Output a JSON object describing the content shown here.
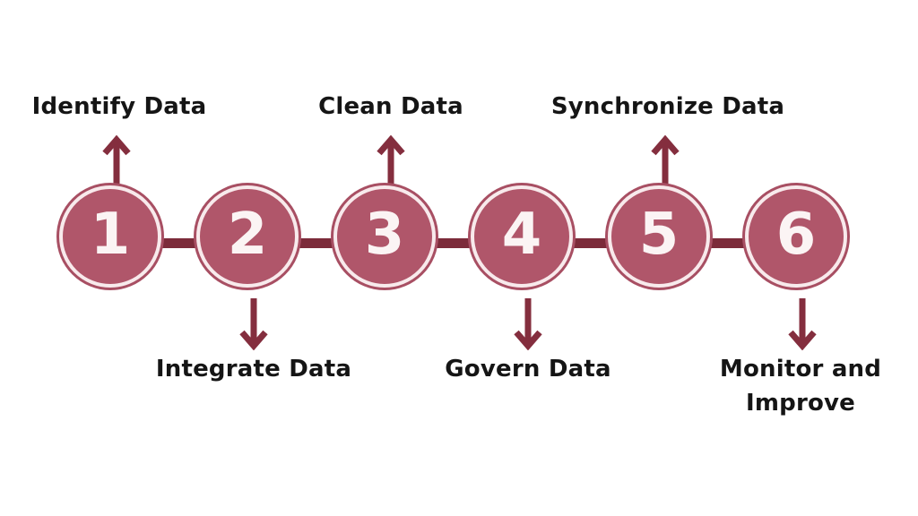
{
  "diagram": {
    "type": "process-steps",
    "step_count": 6,
    "steps": [
      {
        "number": "1",
        "label": "Identify Data",
        "label_position": "top",
        "arrow_direction": "up"
      },
      {
        "number": "2",
        "label": "Integrate Data",
        "label_position": "bottom",
        "arrow_direction": "down"
      },
      {
        "number": "3",
        "label": "Clean Data",
        "label_position": "top",
        "arrow_direction": "up"
      },
      {
        "number": "4",
        "label": "Govern Data",
        "label_position": "bottom",
        "arrow_direction": "down"
      },
      {
        "number": "5",
        "label": "Synchronize Data",
        "label_position": "top",
        "arrow_direction": "up"
      },
      {
        "number": "6",
        "label": "Monitor and Improve",
        "label_position": "bottom",
        "arrow_direction": "down"
      }
    ],
    "colors": {
      "background": "#ffffff",
      "circle_fill": "#b0566a",
      "circle_outline": "#a84f63",
      "circle_inner_ring": "#f8eaec",
      "connector": "#7c2b3a",
      "arrow": "#842e3e",
      "label_text": "#151515",
      "number_text": "#fbf4f4"
    }
  }
}
